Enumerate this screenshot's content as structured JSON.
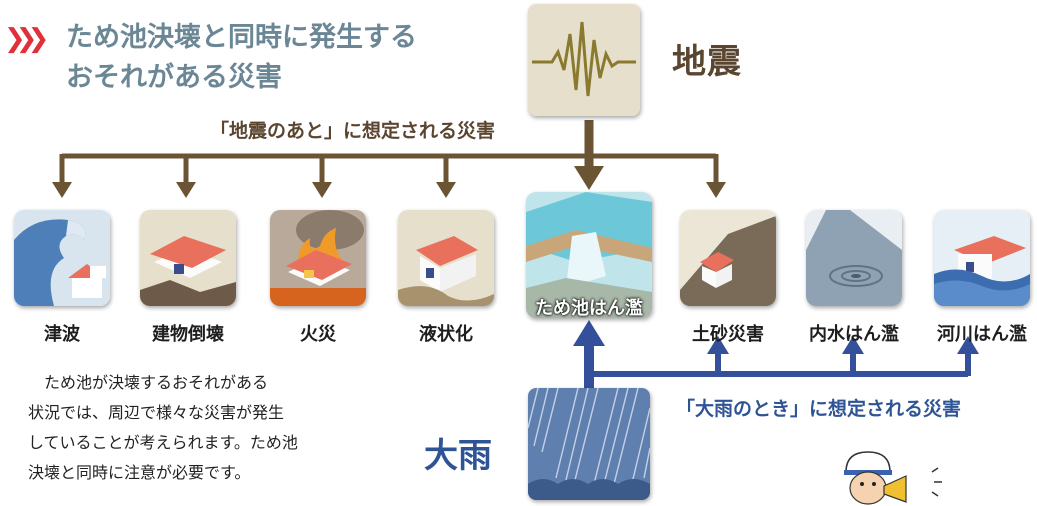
{
  "title": {
    "line1": "ため池決壊と同時に発生する",
    "line2": "おそれがある災害",
    "chevrons": "❯❯❯"
  },
  "quake": {
    "label": "地震",
    "caption": "「地震のあと」に想定される災害",
    "icon": "seismograph-icon"
  },
  "rain": {
    "label": "大雨",
    "caption": "「大雨のとき」に想定される災害",
    "icon": "heavy-rain-icon"
  },
  "center": {
    "label": "ため池はん濫",
    "icon": "reservoir-overflow-icon"
  },
  "disasters": [
    {
      "label": "津波",
      "icon": "tsunami-icon"
    },
    {
      "label": "建物倒壊",
      "icon": "building-collapse-icon"
    },
    {
      "label": "火災",
      "icon": "fire-icon"
    },
    {
      "label": "液状化",
      "icon": "liquefaction-icon"
    },
    {
      "label": "土砂災害",
      "icon": "landslide-icon"
    },
    {
      "label": "内水はん濫",
      "icon": "inland-flood-icon"
    },
    {
      "label": "河川はん濫",
      "icon": "river-flood-icon"
    }
  ],
  "note": {
    "lines": [
      "ため池が決壊するおそれがある",
      "状況では、周辺で様々な災害が発生",
      "していることが考えられます。ため池",
      "決壊と同時に注意が必要です。"
    ]
  },
  "colors": {
    "quake_arrow": "#6b5434",
    "rain_arrow": "#34509a",
    "title": "#6b8796",
    "accent": "#e0303a"
  }
}
